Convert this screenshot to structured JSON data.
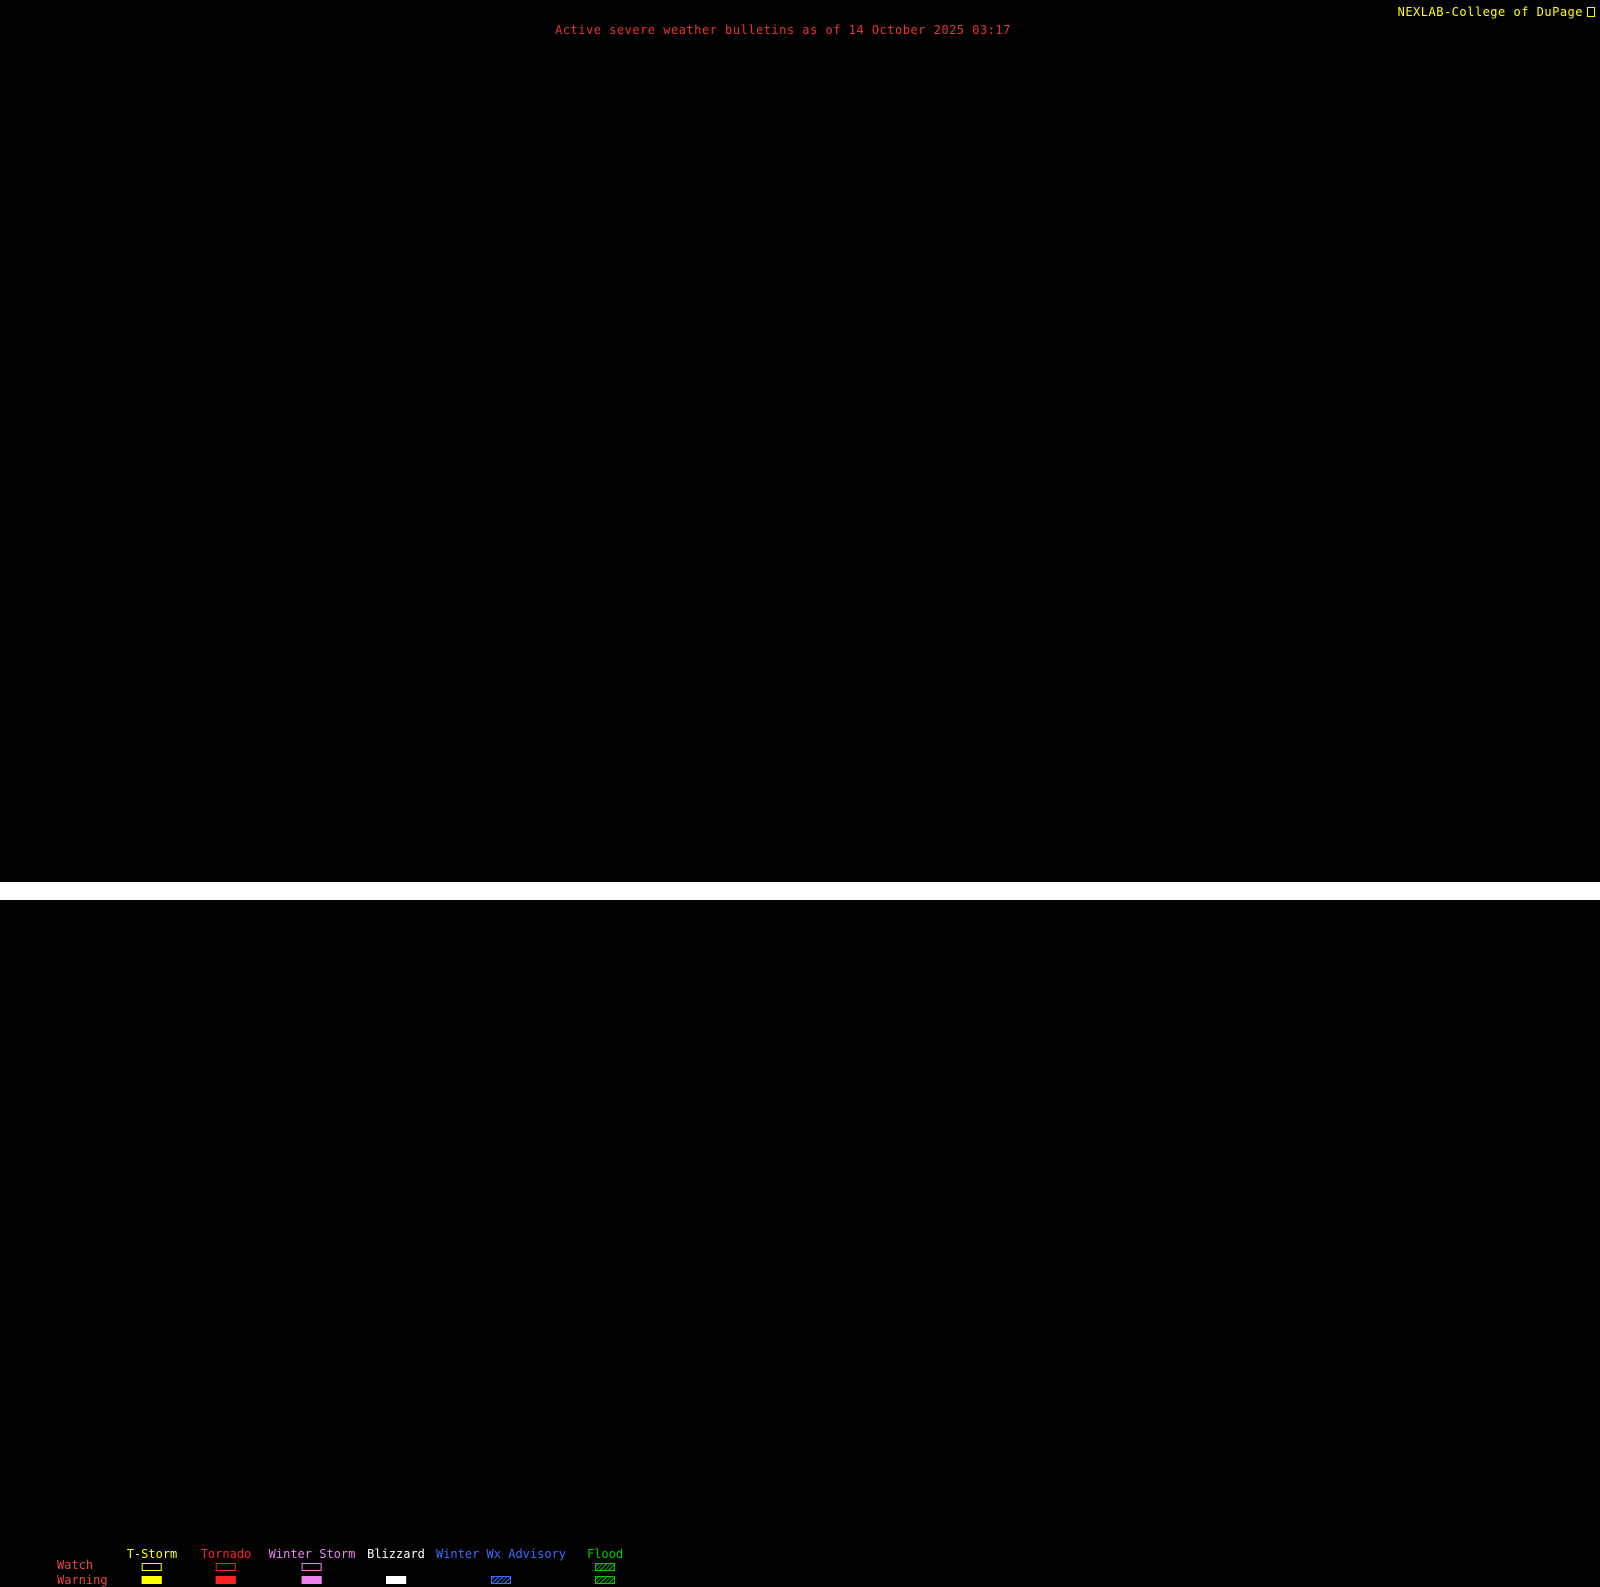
{
  "header": {
    "attribution": "NEXLAB-College of DuPage",
    "title": "Active severe weather bulletins as of 14 October 2025 03:17"
  },
  "colors": {
    "background": "#000000",
    "attribution_text": "#ffff00",
    "title_text": "#e83535",
    "row_label_text": "#f04545",
    "bottom_bar": "#ffffff"
  },
  "legend": {
    "watch_label": "Watch",
    "warning_label": "Warning",
    "columns": [
      {
        "label": "T-Storm",
        "color": "#ffff00",
        "watch_swatch": "outlined",
        "warning_swatch": "filled"
      },
      {
        "label": "Tornado",
        "color": "#ff2222",
        "watch_swatch": "outlined",
        "warning_swatch": "filled"
      },
      {
        "label": "Winter Storm",
        "color": "#ee82ee",
        "watch_swatch": "outlined",
        "warning_swatch": "filled"
      },
      {
        "label": "Blizzard",
        "color": "#ffffff",
        "watch_swatch": "none",
        "warning_swatch": "filled"
      },
      {
        "label": "Winter Wx Advisory",
        "color": "#3a6cff",
        "watch_swatch": "none",
        "warning_swatch": "hatched"
      },
      {
        "label": "Flood",
        "color": "#00cc00",
        "watch_swatch": "hatched",
        "warning_swatch": "hatched"
      }
    ]
  }
}
